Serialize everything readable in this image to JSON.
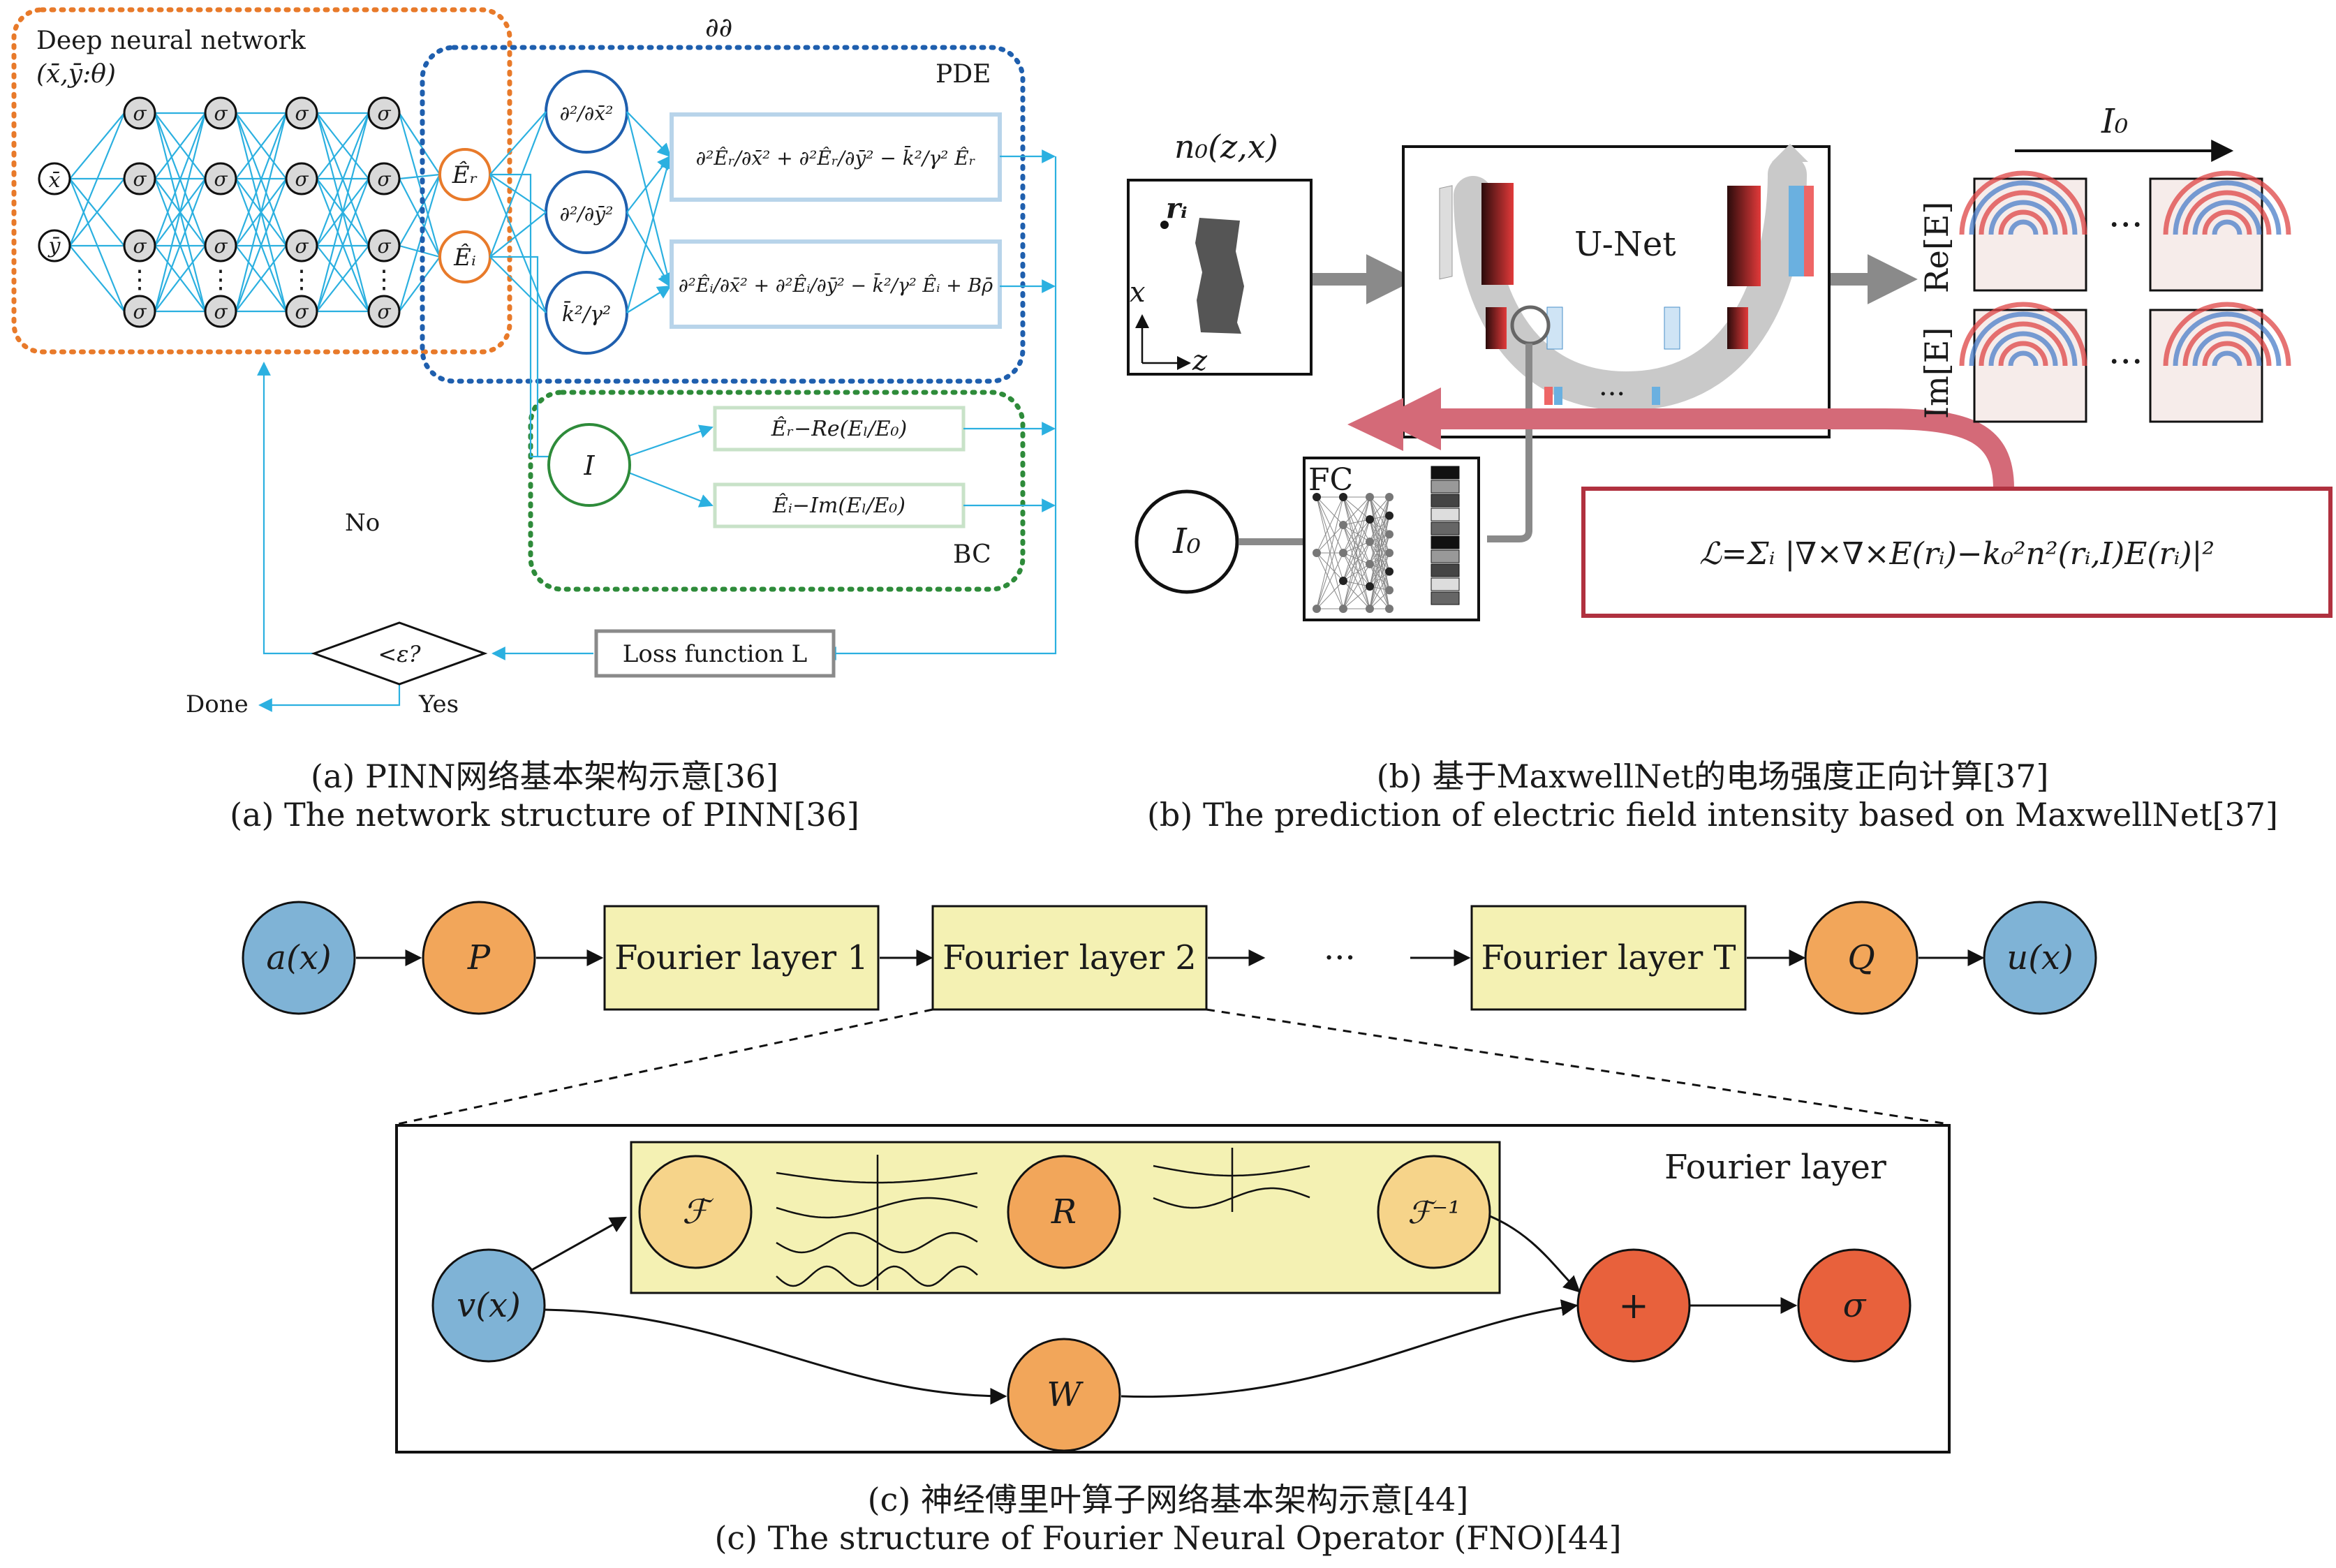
{
  "panel_a": {
    "dnn_label": "Deep neural network",
    "dnn_params": "(x̄,ȳ:θ)",
    "input_x": "x̄",
    "input_y": "ȳ",
    "sigma": "σ",
    "vdots": "⋮",
    "out_er": "Êᵣ",
    "out_ei": "Êᵢ",
    "partial_label": "∂∂",
    "pde_label": "PDE",
    "bc_label": "BC",
    "d2x": "∂²/∂x̄²",
    "d2y": "∂²/∂ȳ²",
    "k2g2": "k̄²/γ²",
    "eq_r": "∂²Êᵣ/∂x̄² + ∂²Êᵣ/∂ȳ² − k̄²/γ² Êᵣ",
    "eq_i": "∂²Êᵢ/∂x̄² + ∂²Êᵢ/∂ȳ² − k̄²/γ² Êᵢ + Bρ̄",
    "node_i": "I",
    "bc_r": "Êᵣ−Re(Eₗ/E₀)",
    "bc_i": "Êᵢ−Im(Eₗ/E₀)",
    "decision": "<ε?",
    "loss": "Loss function L",
    "no": "No",
    "yes": "Yes",
    "done": "Done"
  },
  "panel_b": {
    "n0": "n₀(z,x)",
    "ri": "rᵢ",
    "axis_x": "x",
    "axis_z": "z",
    "unet": "U-Net",
    "i0_arrow": "I₀",
    "re_label": "Re[E]",
    "im_label": "Im[E]",
    "dots": "···",
    "fc": "FC",
    "i0_node": "I₀",
    "loss": "ℒ=Σᵢ |∇×∇×E(rᵢ)−k₀²n²(rᵢ,I)E(rᵢ)|²"
  },
  "panel_c": {
    "ax": "a(x)",
    "p": "P",
    "fl1": "Fourier layer 1",
    "fl2": "Fourier layer 2",
    "dots": "···",
    "flt": "Fourier layer T",
    "q": "Q",
    "ux": "u(x)",
    "fourier_layer": "Fourier layer",
    "f": "ℱ",
    "r": "R",
    "finv": "ℱ⁻¹",
    "vx": "v(x)",
    "w": "W",
    "plus": "+",
    "sigma": "σ"
  },
  "captions": {
    "a_cn": "(a) PINN网络基本架构示意[36]",
    "a_en": "(a) The network structure of PINN[36]",
    "b_cn": "(b) 基于MaxwellNet的电场强度正向计算[37]",
    "b_en": "(b) The prediction of electric field intensity based on MaxwellNet[37]",
    "c_cn": "(c) 神经傅里叶算子网络基本架构示意[44]",
    "c_en": "(c) The structure of Fourier Neural Operator (FNO)[44]"
  },
  "colors": {
    "nn_line": "#2bb0e0",
    "orange_dot": "#e87a2a",
    "blue_dot": "#1f5fae",
    "green_dot": "#2e8b3a",
    "red_box": "#b0313f",
    "pink_arrow": "#d46a78",
    "blue_node": "#7fb3d6",
    "orange_node": "#f2a65a",
    "red_node": "#e8613c",
    "yellow_box": "#f4f1b3",
    "light_orange_node": "#f6d48a"
  }
}
